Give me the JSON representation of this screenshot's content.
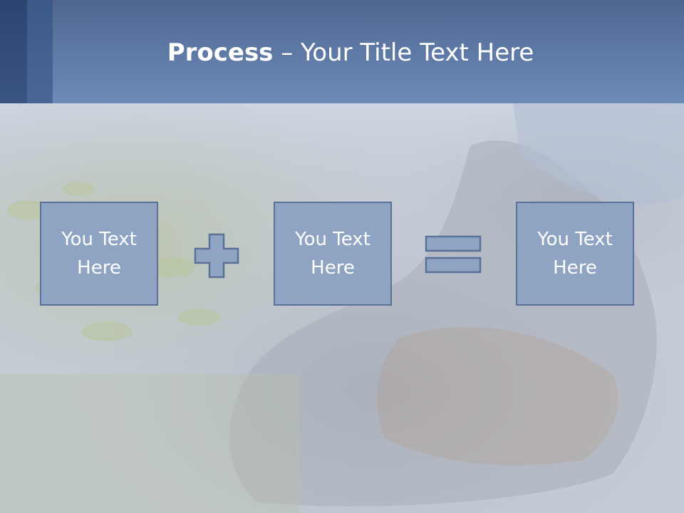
{
  "slide": {
    "title_bold": "Process",
    "title_rest": " – Your Title Text Here"
  },
  "equation": {
    "box_1": {
      "line1": "You Text",
      "line2": "Here"
    },
    "operator_1": "plus-icon",
    "box_2": {
      "line1": "You Text",
      "line2": "Here"
    },
    "operator_2": "equals-icon",
    "box_3": {
      "line1": "You Text",
      "line2": "Here"
    }
  },
  "colors": {
    "header": "#6f89b8",
    "box_fill": "#8fa3c3",
    "box_border": "#5b7198",
    "text": "#ffffff"
  }
}
